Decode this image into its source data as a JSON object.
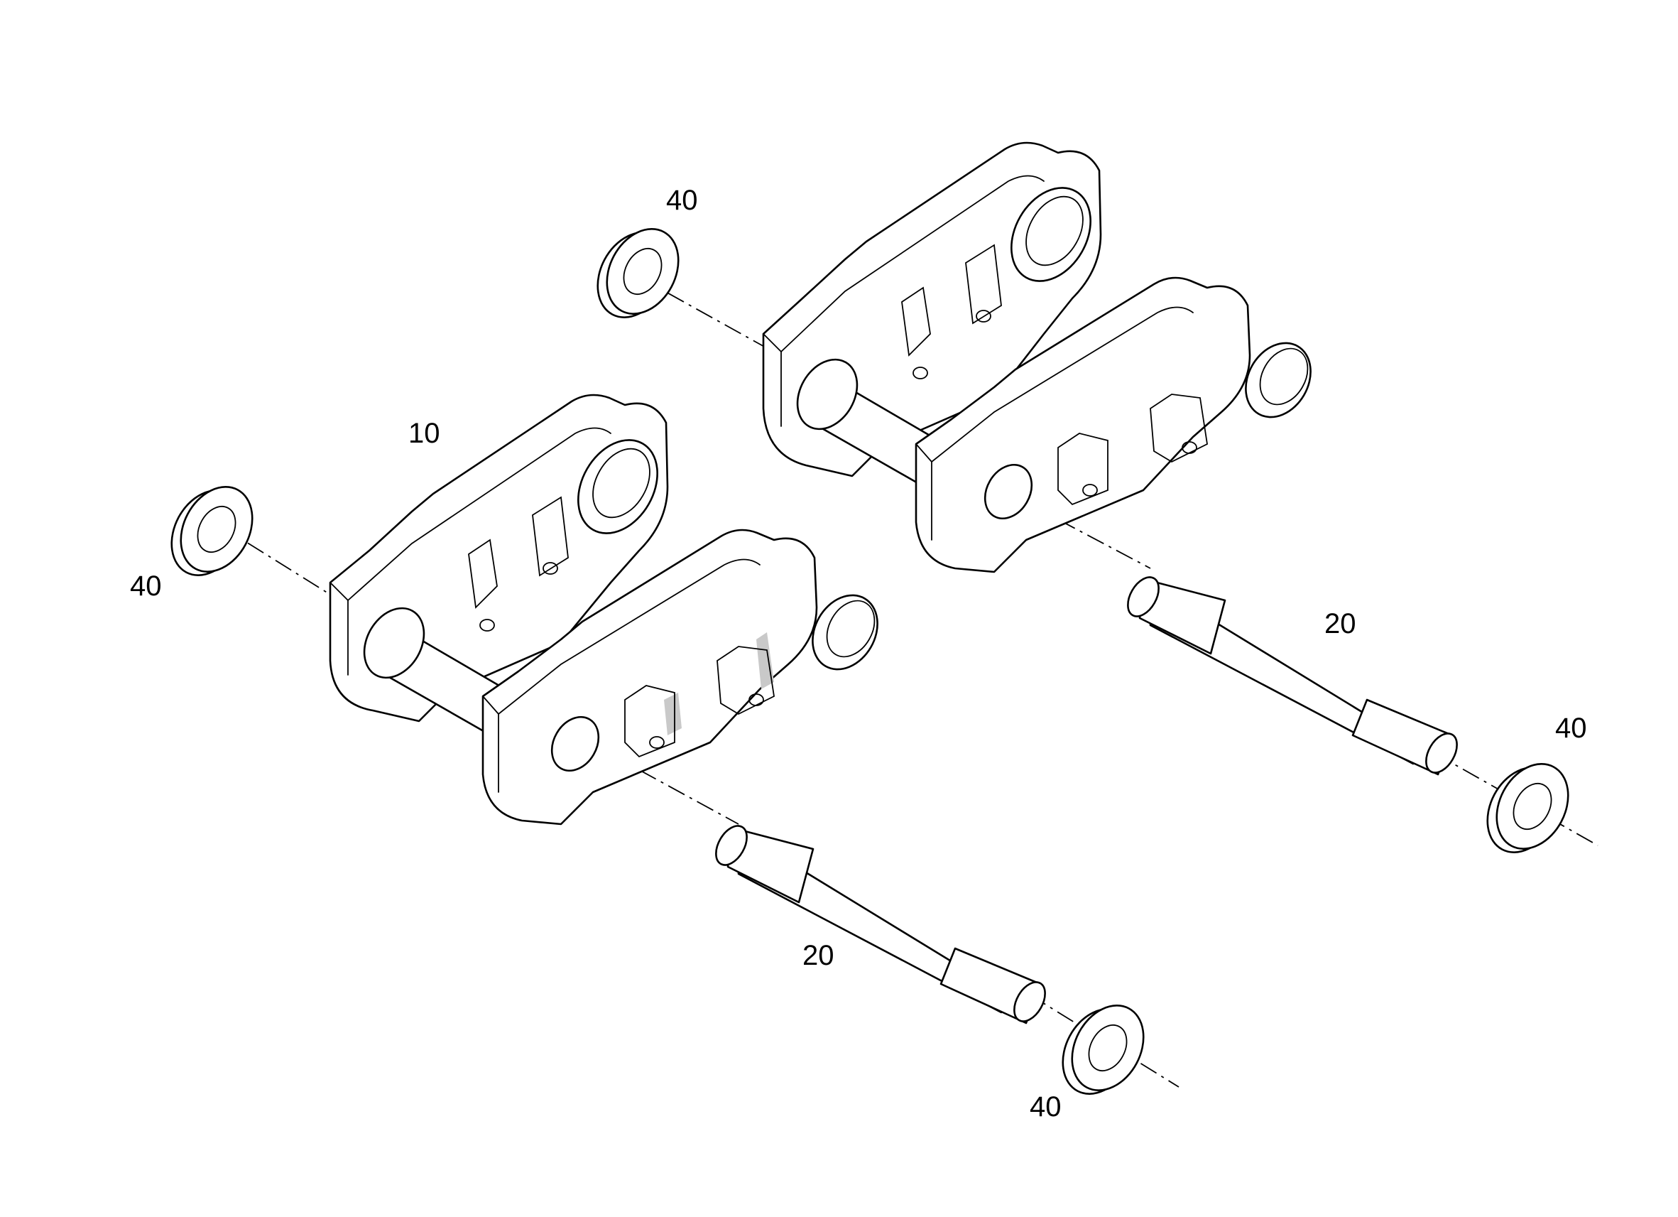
{
  "callouts": {
    "l40_top": "40",
    "l10": "10",
    "l40_left": "40",
    "l20_right": "20",
    "l40_right": "40",
    "l20_bottom": "20",
    "l40_bottom": "40"
  },
  "colors": {
    "line": "#000000",
    "background": "#ffffff",
    "shading": "#c9c9c9"
  }
}
